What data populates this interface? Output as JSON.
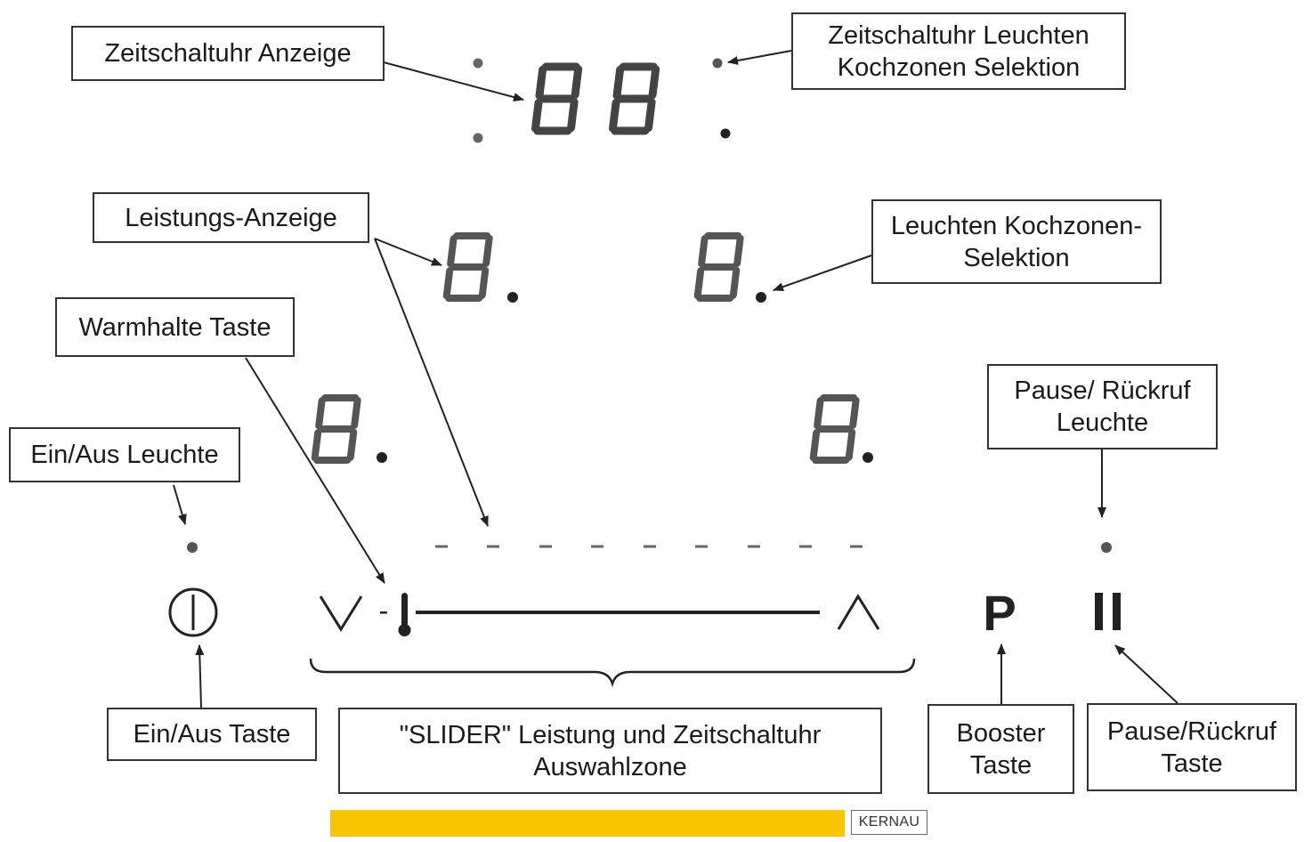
{
  "labels": {
    "timer_display": "Zeitschaltuhr Anzeige",
    "timer_light_line1": "Zeitschaltuhr Leuchten",
    "timer_light_line2": "Kochzonen Selektion",
    "power_display": "Leistungs-Anzeige",
    "zone_light_line1": "Leuchten Kochzonen-",
    "zone_light_line2": "Selektion",
    "keep_warm": "Warmhalte Taste",
    "onoff_light": "Ein/Aus Leuchte",
    "pause_light_line1": "Pause/ Rückruf",
    "pause_light_line2": "Leuchte",
    "onoff_key": "Ein/Aus Taste",
    "slider_line1": "\"SLIDER\" Leistung und Zeitschaltuhr",
    "slider_line2": "Auswahlzone",
    "booster_line1": "Booster",
    "booster_line2": "Taste",
    "pause_key_line1": "Pause/Rückruf",
    "pause_key_line2": "Taste"
  },
  "panel": {
    "booster_symbol": "P",
    "minus_symbol": "-"
  },
  "brand": {
    "name": "KERNAU",
    "color": "#f7c600"
  },
  "icons": [
    "power-icon",
    "chevron-down-icon",
    "thermometer-icon",
    "chevron-up-icon",
    "pause-icon"
  ]
}
